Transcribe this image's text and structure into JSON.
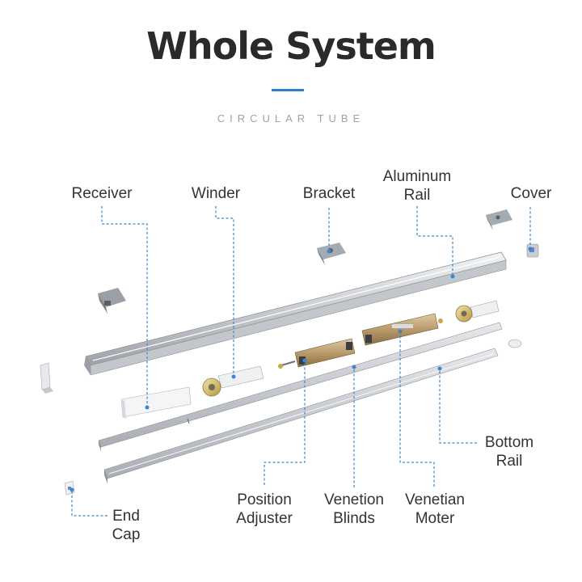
{
  "title": "Whole System",
  "subtitle": "CIRCULAR TUBE",
  "colors": {
    "accent": "#2d7fd1",
    "leader": "#3b86d0",
    "motor": "#b99a6b"
  },
  "labels": {
    "receiver": "Receiver",
    "winder": "Winder",
    "bracket": "Bracket",
    "aluminum_rail": "Aluminum\nRail",
    "cover": "Cover",
    "bottom_rail": "Bottom\nRail",
    "end_cap": "End\nCap",
    "position_adjuster": "Position\nAdjuster",
    "venetion_blinds": "Venetion\nBlinds",
    "venetian_moter": "Venetian\nMoter"
  }
}
